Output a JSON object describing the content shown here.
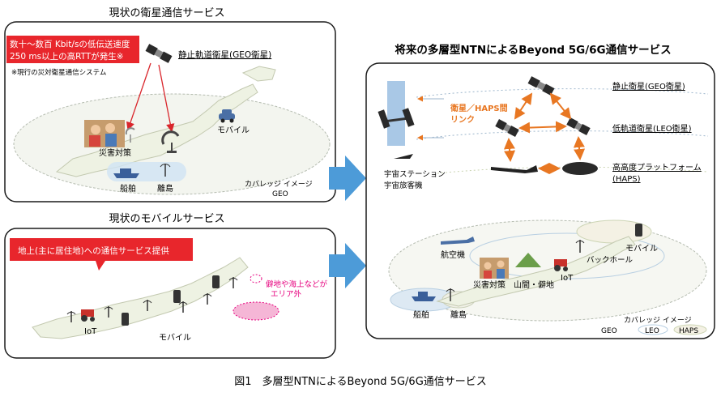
{
  "colors": {
    "panel_border": "#1a1a1a",
    "callout_red": "#e8262c",
    "arrow_blue": "#4d9bd8",
    "link_orange": "#e87722",
    "red_line": "#d9262c",
    "out_of_area_pink": "#e6007e",
    "coverage_fill": "#eef2ea"
  },
  "panels": {
    "current_satellite": {
      "title": "現状の衛星通信サービス",
      "callout_line1": "数十～数百 Kbit/sの低伝送速度",
      "callout_line2": "250 ms以上の高RTTが発生※",
      "note": "※現行の災対衛星通信システム",
      "geo_label": "静止軌道衛星(GEO衛星)",
      "mobile": "モバイル",
      "disaster": "災害対策",
      "ship": "船舶",
      "island": "離島",
      "coverage": "カバレッジ イメージ",
      "coverage_geo": "GEO"
    },
    "current_mobile": {
      "title": "現状のモバイルサービス",
      "callout": "地上(主に居住地)への通信サービス提供",
      "out_of_area_line1": "僻地や海上などが",
      "out_of_area_line2": "エリア外",
      "iot": "IoT",
      "mobile": "モバイル"
    },
    "future": {
      "title": "将来の多層型NTNによるBeyond 5G/6G通信サービス",
      "geo": "静止衛星(GEO衛星)",
      "leo": "低軌道衛星(LEO衛星)",
      "haps_line1": "高高度プラットフォーム",
      "haps_line2": "(HAPS)",
      "link_line1": "衛星／HAPS間",
      "link_line2": "リンク",
      "station": "宇宙ステーション",
      "spaceplane": "宇宙旅客機",
      "aircraft": "航空機",
      "mobile": "モバイル",
      "backhoe": "バックホール",
      "iot": "IoT",
      "disaster": "災害対策",
      "mountain": "山間・僻地",
      "ship": "船舶",
      "island": "離島",
      "coverage": "カバレッジ イメージ",
      "cov_geo": "GEO",
      "cov_leo": "LEO",
      "cov_haps": "HAPS"
    }
  },
  "caption": "図1　多層型NTNによるBeyond 5G/6G通信サービス"
}
